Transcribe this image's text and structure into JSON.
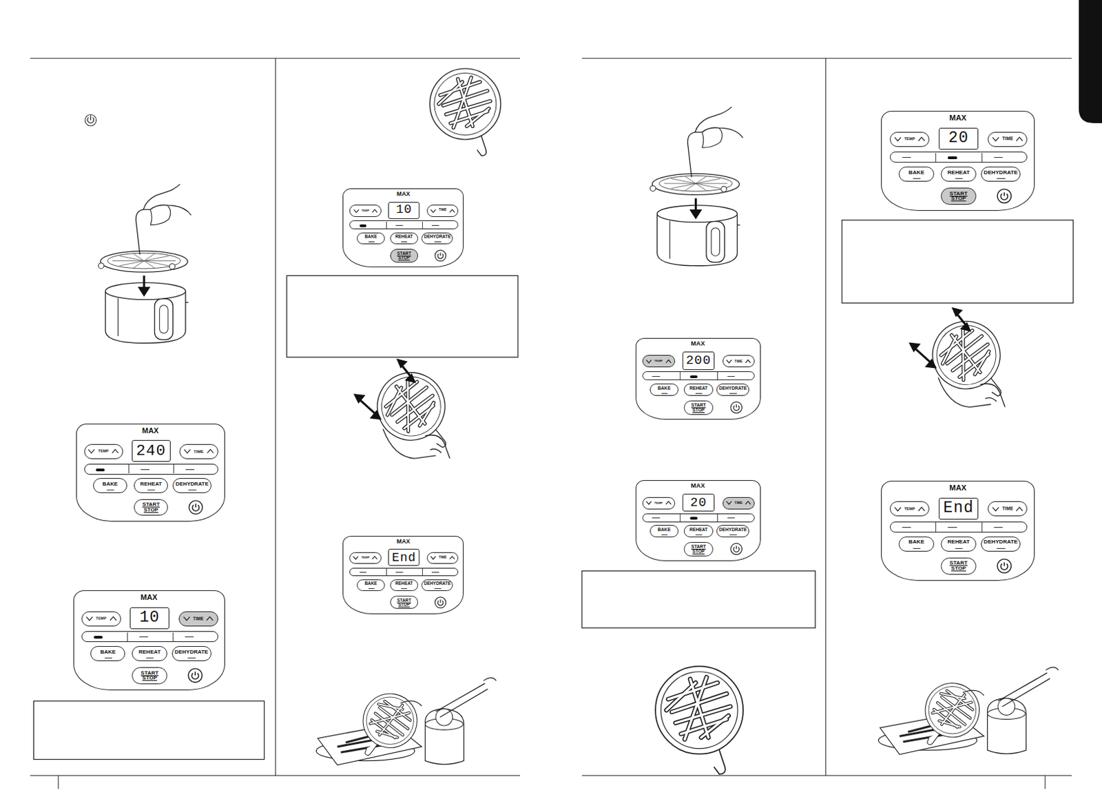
{
  "diagram": {
    "nodes": [
      {
        "text": [
          "MAX"
        ]
      },
      {
        "text": [
          "TEMP"
        ],
        "in": 0
      },
      {
        "text": [
          "240"
        ],
        "in": 0
      },
      {
        "text": [
          "TIME"
        ],
        "in": 0
      },
      {
        "text": [
          "BAKE"
        ],
        "in": 0
      },
      {
        "text": [
          "REHEAT"
        ],
        "in": 0
      },
      {
        "text": [
          "DEHYDRATE"
        ],
        "in": 0
      },
      {
        "text": [
          "START STOP"
        ],
        "in": 0
      },
      {
        "text": [
          "MAX"
        ]
      },
      {
        "text": [
          "TEMP"
        ],
        "in": 8
      },
      {
        "text": [
          "10"
        ],
        "in": 8
      },
      {
        "text": [
          "TIME"
        ],
        "in": 8
      },
      {
        "text": [
          "BAKE"
        ],
        "in": 8
      },
      {
        "text": [
          "REHEAT"
        ],
        "in": 8
      },
      {
        "text": [
          "DEHYDRATE"
        ],
        "in": 8
      },
      {
        "text": [
          "START STOP"
        ],
        "in": 8
      },
      {
        "text": [
          "MAX"
        ]
      },
      {
        "text": [
          "TEMP"
        ],
        "in": 16
      },
      {
        "text": [
          "10"
        ],
        "in": 16
      },
      {
        "text": [
          "TIME"
        ],
        "in": 16
      },
      {
        "text": [
          "BAKE"
        ],
        "in": 16
      },
      {
        "text": [
          "REHEAT"
        ],
        "in": 16
      },
      {
        "text": [
          "DEHYDRATE"
        ],
        "in": 16
      },
      {
        "text": [
          "START STOP"
        ],
        "in": 16
      },
      {
        "text": [
          "MAX"
        ]
      },
      {
        "text": [
          "TEMP"
        ],
        "in": 24
      },
      {
        "text": [
          "End"
        ],
        "in": 24
      },
      {
        "text": [
          "TIME"
        ],
        "in": 24
      },
      {
        "text": [
          "BAKE"
        ],
        "in": 24
      },
      {
        "text": [
          "REHEAT"
        ],
        "in": 24
      },
      {
        "text": [
          "DEHYDRATE"
        ],
        "in": 24
      },
      {
        "text": [
          "START STOP"
        ],
        "in": 24
      },
      {
        "text": [
          "MAX"
        ]
      },
      {
        "text": [
          "TEMP"
        ],
        "in": 32
      },
      {
        "text": [
          "200"
        ],
        "in": 32
      },
      {
        "text": [
          "TIME"
        ],
        "in": 32
      },
      {
        "text": [
          "BAKE"
        ],
        "in": 32
      },
      {
        "text": [
          "REHEAT"
        ],
        "in": 32
      },
      {
        "text": [
          "DEHYDRATE"
        ],
        "in": 32
      },
      {
        "text": [
          "START STOP"
        ],
        "in": 32
      },
      {
        "text": [
          "MAX"
        ]
      },
      {
        "text": [
          "TEMP"
        ],
        "in": 40
      },
      {
        "text": [
          "20"
        ],
        "in": 40
      },
      {
        "text": [
          "TIME"
        ],
        "in": 40
      },
      {
        "text": [
          "BAKE"
        ],
        "in": 40
      },
      {
        "text": [
          "REHEAT"
        ],
        "in": 40
      },
      {
        "text": [
          "DEHYDRATE"
        ],
        "in": 40
      },
      {
        "text": [
          "START STOP"
        ],
        "in": 40
      },
      {
        "text": [
          "MAX"
        ]
      },
      {
        "text": [
          "TEMP"
        ],
        "in": 48
      },
      {
        "text": [
          "20"
        ],
        "in": 48
      },
      {
        "text": [
          "TIME"
        ],
        "in": 48
      },
      {
        "text": [
          "BAKE"
        ],
        "in": 48
      },
      {
        "text": [
          "REHEAT"
        ],
        "in": 48
      },
      {
        "text": [
          "DEHYDRATE"
        ],
        "in": 48
      },
      {
        "text": [
          "START STOP"
        ],
        "in": 48
      },
      {
        "text": [
          "MAX"
        ]
      },
      {
        "text": [
          "TEMP"
        ],
        "in": 56
      },
      {
        "text": [
          "End"
        ],
        "in": 56
      },
      {
        "text": [
          "TIME"
        ],
        "in": 56
      },
      {
        "text": [
          "BAKE"
        ],
        "in": 56
      },
      {
        "text": [
          "REHEAT"
        ],
        "in": 56
      },
      {
        "text": [
          "DEHYDRATE"
        ],
        "in": 56
      },
      {
        "text": [
          "START STOP"
        ],
        "in": 56
      }
    ]
  }
}
